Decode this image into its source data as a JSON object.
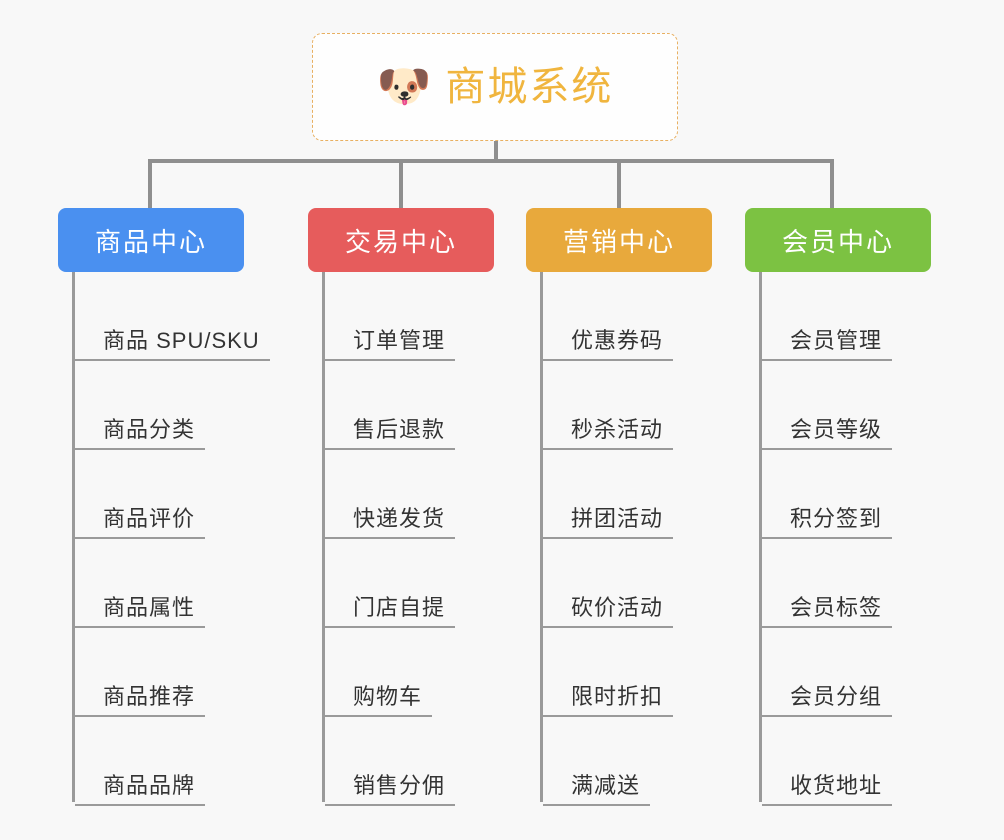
{
  "diagram": {
    "background_color": "#f8f8f8",
    "root": {
      "icon": "shiba-dog-face-emoji",
      "emoji": "🐶",
      "title": "商城系统",
      "text_color": "#f0b53e",
      "border_color": "#e8b062"
    },
    "connector_color": "#8f8f8f",
    "columns": [
      {
        "header": "商品中心",
        "color": "#4a90f0",
        "color_class": "c-blue",
        "items": [
          "商品 SPU/SKU",
          "商品分类",
          "商品评价",
          "商品属性",
          "商品推荐",
          "商品品牌"
        ]
      },
      {
        "header": "交易中心",
        "color": "#e65c5c",
        "color_class": "c-red",
        "items": [
          "订单管理",
          "售后退款",
          "快递发货",
          "门店自提",
          "购物车",
          "销售分佣"
        ]
      },
      {
        "header": "营销中心",
        "color": "#e8a93c",
        "color_class": "c-orange",
        "items": [
          "优惠券码",
          "秒杀活动",
          "拼团活动",
          "砍价活动",
          "限时折扣",
          "满减送"
        ]
      },
      {
        "header": "会员中心",
        "color": "#7cc242",
        "color_class": "c-green",
        "items": [
          "会员管理",
          "会员等级",
          "积分签到",
          "会员标签",
          "会员分组",
          "收货地址"
        ]
      }
    ]
  }
}
